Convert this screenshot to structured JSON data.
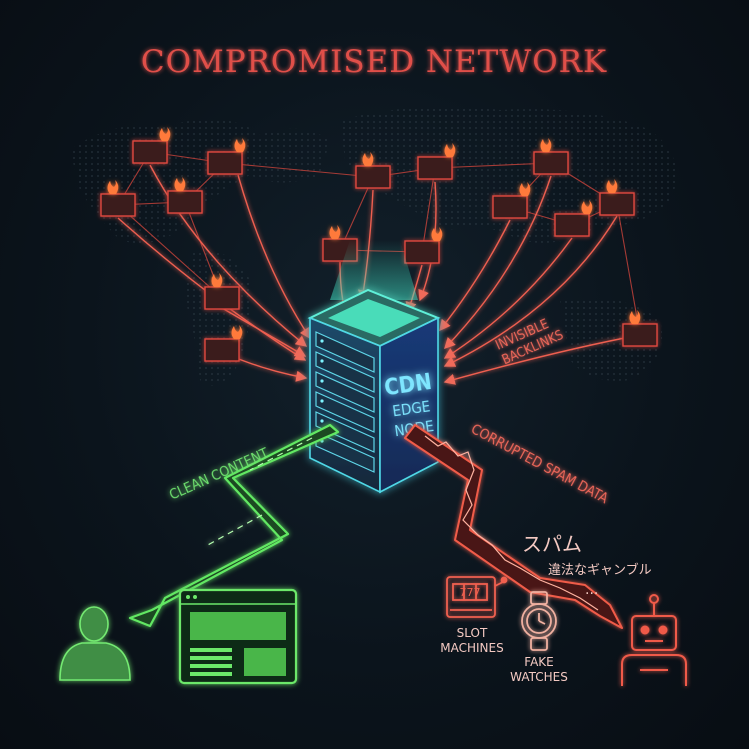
{
  "title": "COMPROMISED NETWORK",
  "node": {
    "line1": "CDN",
    "line2": "EDGE",
    "line3": "NODE"
  },
  "labels": {
    "invisible_line1": "INVISIBLE",
    "invisible_line2": "BACKLINKS",
    "clean": "CLEAN CONTENT",
    "corrupted": "CORRUPTED SPAM DATA",
    "spam_jp": "スパム",
    "gambling_jp": "違法なギャンブル",
    "ellipsis": "...",
    "slot_line1": "SLOT",
    "slot_line2": "MACHINES",
    "fake_line1": "FAKE",
    "fake_line2": "WATCHES"
  },
  "icons": [
    "flame-icon",
    "server-icon",
    "user-icon",
    "browser-window-icon",
    "slot-machine-icon",
    "watch-icon",
    "robot-icon"
  ],
  "colors": {
    "alert_red": "#e8493f",
    "clean_green": "#5be85a",
    "node_cyan": "#41e0d0",
    "node_blue": "#2b6fd6"
  }
}
